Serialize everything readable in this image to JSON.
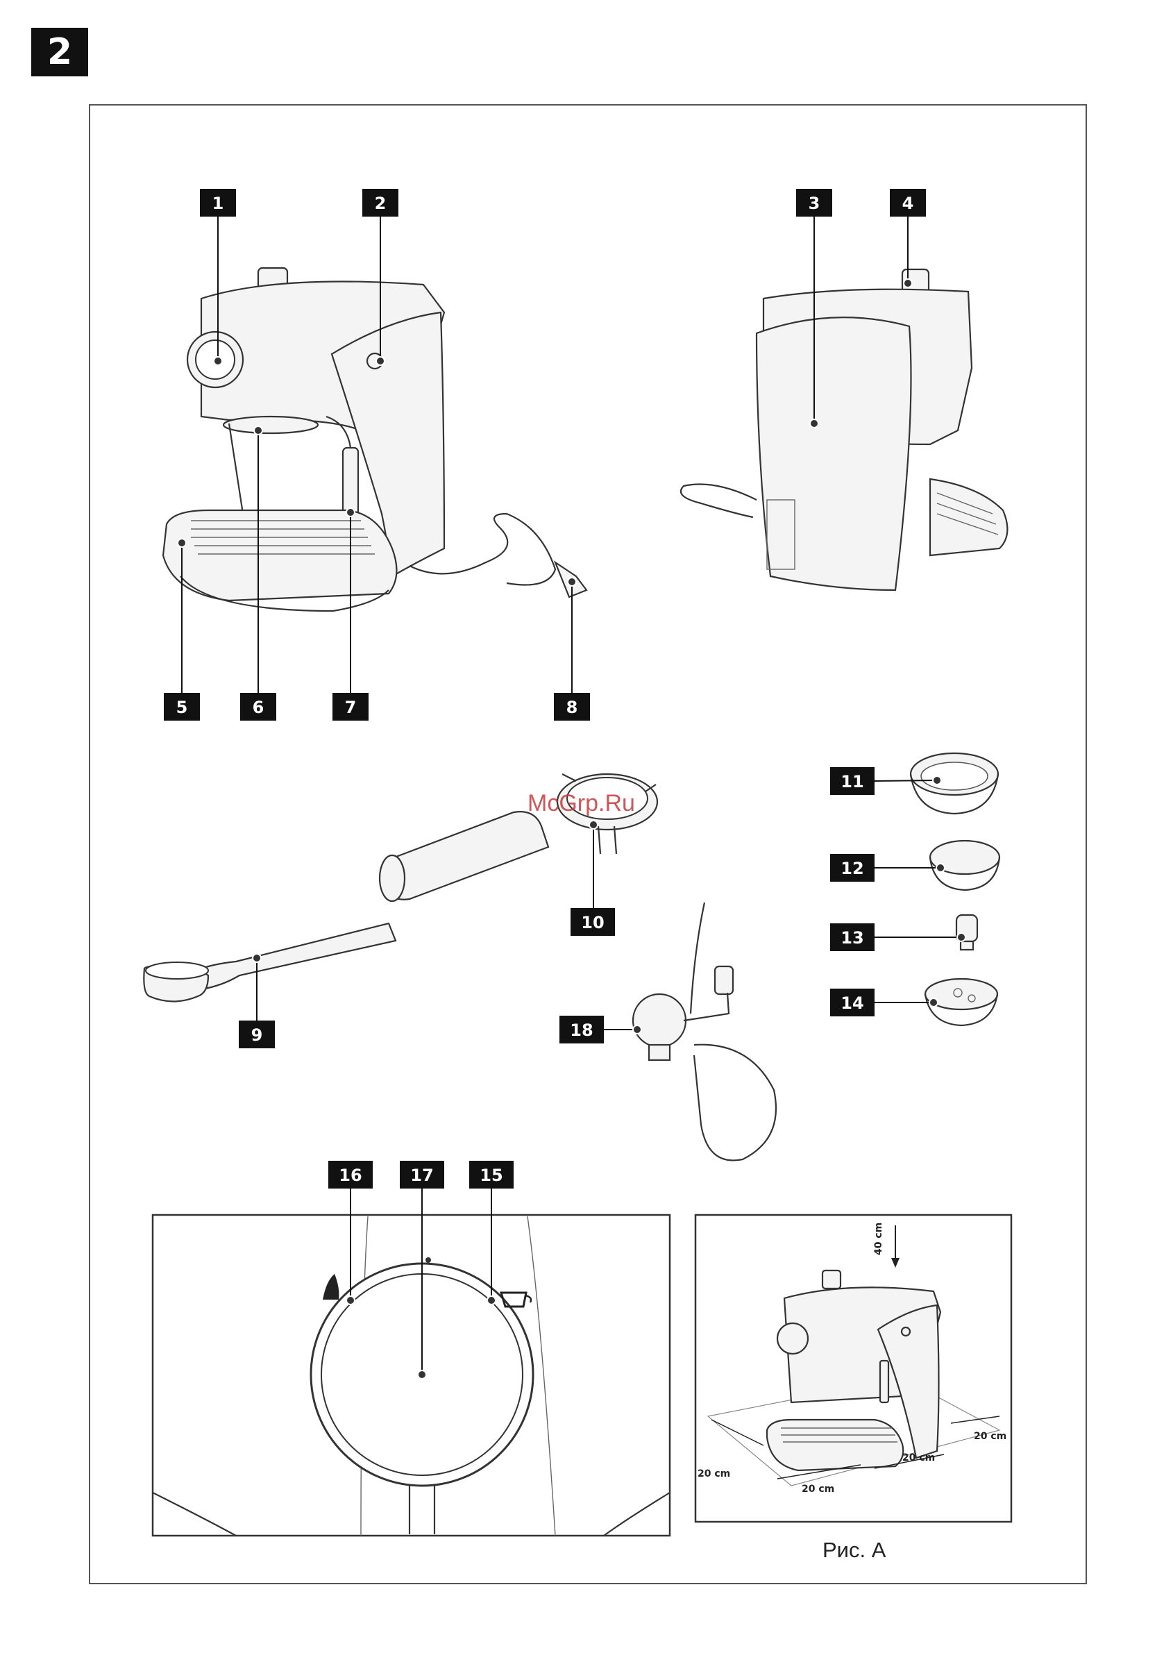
{
  "page": {
    "number": "2"
  },
  "watermark": "McGrp.Ru",
  "caption": "Рис. А",
  "clearance": {
    "top": "40 cm",
    "sides": [
      "20 cm",
      "20 cm",
      "20 cm",
      "20 cm"
    ]
  },
  "callouts": [
    {
      "id": "1"
    },
    {
      "id": "2"
    },
    {
      "id": "3"
    },
    {
      "id": "4"
    },
    {
      "id": "5"
    },
    {
      "id": "6"
    },
    {
      "id": "7"
    },
    {
      "id": "8"
    },
    {
      "id": "9"
    },
    {
      "id": "10"
    },
    {
      "id": "11"
    },
    {
      "id": "12"
    },
    {
      "id": "13"
    },
    {
      "id": "14"
    },
    {
      "id": "15"
    },
    {
      "id": "16"
    },
    {
      "id": "17"
    },
    {
      "id": "18"
    }
  ]
}
